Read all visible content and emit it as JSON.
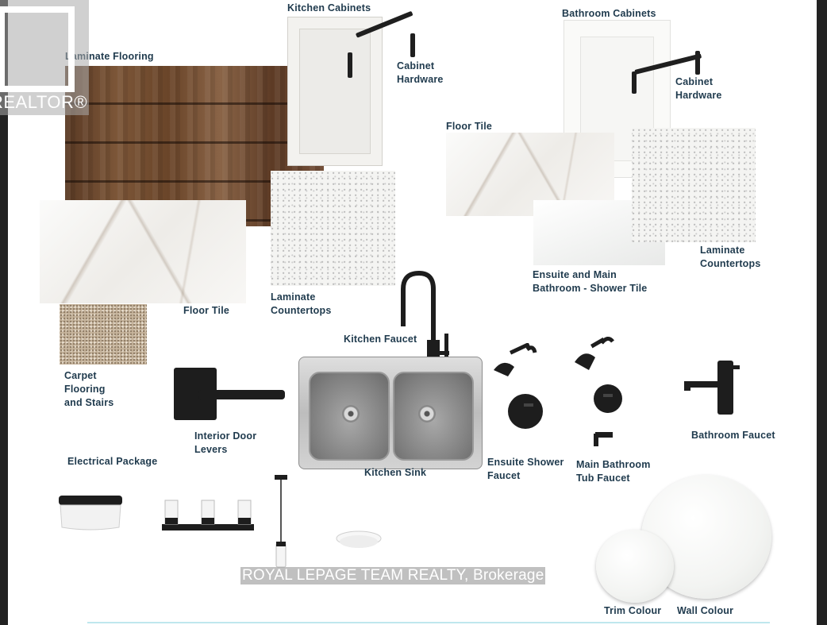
{
  "logo": {
    "text": "REALTOR®"
  },
  "watermark": "ROYAL LEPAGE TEAM REALTY, Brokerage",
  "labels": {
    "laminate_flooring": "Laminate Flooring",
    "kitchen_cabinets": "Kitchen Cabinets",
    "cabinet_hardware_kitchen": "Cabinet\nHardware",
    "bathroom_cabinets": "Bathroom Cabinets",
    "cabinet_hardware_bath": "Cabinet\nHardware",
    "floor_tile_bath": "Floor Tile",
    "laminate_countertops_bath": "Laminate\nCountertops",
    "shower_tile": "Ensuite and Main\nBathroom - Shower Tile",
    "floor_tile_main": "Floor Tile",
    "laminate_countertops_kitchen": "Laminate\nCountertops",
    "kitchen_faucet": "Kitchen Faucet",
    "carpet": "Carpet\nFlooring\nand Stairs",
    "door_levers": "Interior Door\nLevers",
    "kitchen_sink": "Kitchen Sink",
    "ensuite_shower_faucet": "Ensuite Shower\nFaucet",
    "main_tub_faucet": "Main Bathroom\nTub Faucet",
    "bathroom_faucet": "Bathroom Faucet",
    "electrical_package": "Electrical Package",
    "trim_colour": "Trim Colour",
    "wall_colour": "Wall Colour"
  },
  "colors": {
    "label_text": "#1f3a4d",
    "wood": "#6a4529",
    "fixtures": "#1d1d1d",
    "accent_line": "#bfe7ee"
  }
}
